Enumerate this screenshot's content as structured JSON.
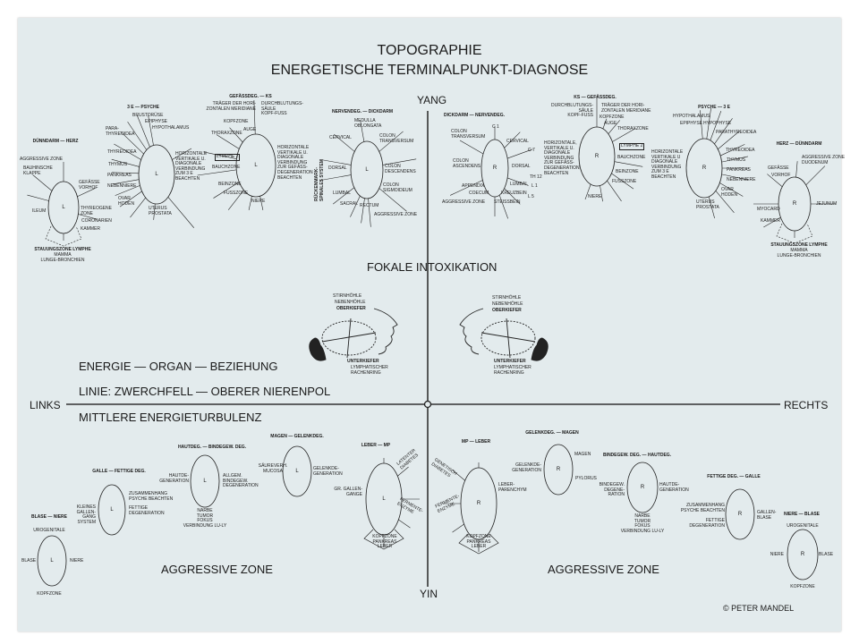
{
  "header": {
    "title_line1": "TOPOGRAPHIE",
    "title_line2": "ENERGETISCHE TERMINALPUNKT-DIAGNOSE"
  },
  "axes": {
    "top": "YANG",
    "bottom": "YIN",
    "left": "LINKS",
    "right": "RECHTS"
  },
  "center_texts": {
    "fokale": "FOKALE INTOXIKATION",
    "energie": "ENERGIE — ORGAN — BEZIEHUNG",
    "linie": "LINIE: ZWERCHFELL — OBERER NIERENPOL",
    "mittlere": "MITTLERE ENERGIETURBULENZ",
    "aggressive_left": "AGGRESSIVE ZONE",
    "aggressive_right": "AGGRESSIVE ZONE",
    "copyright": "© PETER MANDEL"
  },
  "heads": {
    "left": [
      "STIRNHÖHLE",
      "NEBENHÖHLE",
      "OBERKIEFER",
      "UNTERKIEFER",
      "LYMPHATISCHER\nRACHENRING"
    ],
    "right": [
      "STIRNHÖHLE",
      "NEBENHÖHLE",
      "OBERKIEFER",
      "UNTERKIEFER",
      "LYMPHATISCHER\nRACHENRING"
    ]
  },
  "diagrams": {
    "d1": {
      "title": "DÜNNDARM — HERZ",
      "side": "L",
      "labels": [
        "AGGRESSIVE ZONE",
        "BAUHINSCHE\nKLAPPE",
        "GEFÄSSE\nVORHOF",
        "ILEUM",
        "THYREOGENE\nZONE",
        "CORONARIEN",
        "KAMMER",
        "STAUUNGSZONE LYMPHE",
        "MAMMA",
        "LUNGE-BRONCHIEN"
      ]
    },
    "d2": {
      "title": "3 E — PSYCHE",
      "side": "L",
      "labels": [
        "PARA-\nTHYREOIDEA",
        "BRUSTDRÜSE",
        "EPIPHYSE",
        "HYPOTHALAMUS",
        "THYREOIDEA",
        "THYMUS",
        "PANKREAS",
        "NEBENNIERE",
        "OVAR\nHODEN",
        "HORIZONTALE\nVERTIKALE U.\nDIAGONALE\nVERBINDUNG\nZUM 3 E\nBEACHTEN",
        "UTERUS\nPROSTATA"
      ]
    },
    "d3": {
      "title": "GEFÄSSDEG. — KS",
      "side": "L",
      "labels": [
        "TRÄGER DER HORI-\nZONTALEN MERIDIANE",
        "DURCHBLUTUNGS-\nSÄULE\nKOPF-FUSS",
        "KOPFZONE",
        "AUGE",
        "THORAXZONE",
        "LYMPHE 2",
        "BAUCHZONE",
        "BEINZONE",
        "FUSSZONE",
        "NIERE",
        "HORIZONTALE\nVERTIKALE U.\nDIAGONALE\nVERBINDUNG\nZUR GEFÄSS-\nDEGENERATION\nBEACHTEN"
      ]
    },
    "d4": {
      "title": "NERVENDEG. — DICKDARM",
      "side": "L",
      "labels": [
        "MEDULLA\nOBLONGATA",
        "CERVICAL",
        "COLON\nTRANSVERSUM",
        "DORSAL",
        "COLON\nDESCENDENS",
        "RÜCKENMARK-\nSPINALES SYSTEM",
        "LUMBAL",
        "SACRAL",
        "RECTUM",
        "COLON\nSIGMOIDEUM",
        "AGGRESSIVE ZONE"
      ]
    },
    "d5": {
      "title": "DICKDARM — NERVENDEG.",
      "side": "R",
      "labels": [
        "C 1",
        "CERVICAL",
        "C 7",
        "COLON\nTRANSVERSUM",
        "COLON\nASCENDENS",
        "DORSAL",
        "TH 12",
        "L 1",
        "LUMBAL",
        "L 5",
        "KREUZBEIN",
        "STEISSBEIN",
        "APPENDIX",
        "COECUM",
        "AGGRESSIVE ZONE"
      ]
    },
    "d6": {
      "title": "KS — GEFÄSSDEG.",
      "side": "R",
      "labels": [
        "DURCHBLUTUNGS-\nSÄULE\nKOPF-FUSS",
        "TRÄGER DER HORI-\nZONTALEN MERIDIANE",
        "KOPFZONE",
        "AUGE",
        "THORAXZONE",
        "LYMPHE 2",
        "BAUCHZONE",
        "BEINZONE",
        "FUSSZONE",
        "NIERE",
        "HORIZONTALE,\nVERTIKALE U.\nDIAGONALE\nVERBINDUNG\nZUR GEFÄSS-\nDEGENERATION\nBEACHTEN"
      ]
    },
    "d7": {
      "title": "PSYCHE — 3 E",
      "side": "R",
      "labels": [
        "HYPOTHALAMUS",
        "EPIPHYSE",
        "HYPOPHYSE",
        "PARATHYREOIDEA",
        "THYREOIDEA",
        "THYMUS",
        "PANKREAS",
        "NEBENNIERE",
        "OVAR\nHODEN",
        "UTERUS\nPROSTATA",
        "HORIZONTALE\nVERTIKALE U\nDIAGONALE\nVERBINDUNG\nZUM 3 E\nBEACHTEN"
      ]
    },
    "d8": {
      "title": "HERZ — DÜNNDARM",
      "side": "R",
      "labels": [
        "AGGRESSIVE ZONE\nDUODENUM",
        "GEFÄSSE",
        "VORHOF",
        "JEJUNUM",
        "MYOCARD",
        "KAMMER",
        "STAUUNGSZONE LYMPHE",
        "MAMMA",
        "LUNGE-BRONCHIEN"
      ]
    },
    "b1": {
      "title": "BLASE — NIERE",
      "side": "L",
      "labels": [
        "UROGENITALE",
        "BLASE",
        "NIERE",
        "KOPFZONE"
      ]
    },
    "b2": {
      "title": "GALLE — FETTIGE DEG.",
      "side": "L",
      "labels": [
        "KLEINES\nGALLEN-\nGANG\nSYSTEM",
        "ZUSAMMENHANG\nPSYCHE BEACHTEN",
        "FETTIGE\nDEGENERATION"
      ]
    },
    "b3": {
      "title": "HAUTDEG. — BINDEGEW. DEG.",
      "side": "L",
      "labels": [
        "HAUTDE-\nGENERATION",
        "ALLGEM.\nBINDEGEW.\nDEGENERATION",
        "NARBE\nTUMOR\nFOKUS\nVERBINDUNG LU-LY"
      ]
    },
    "b4": {
      "title": "MAGEN — GELENKDEG.",
      "side": "L",
      "labels": [
        "SÄUREVERH.\nMUCOSA",
        "GELENKDE-\nGENERATION"
      ]
    },
    "b5": {
      "title": "LEBER — MP",
      "side": "L",
      "labels": [
        "LATENTER\nDIABETES",
        "GR. GALLEN-\nGANGE",
        "FERMENTE-\nENZYME",
        "KOPFZONE\nPANKREAS\nLEBER"
      ]
    },
    "b6": {
      "title": "MP — LEBER",
      "side": "R",
      "labels": [
        "GENETISCH\nDIABETES",
        "LEBER-\nPARENCHYM",
        "FERMENTE-\nENZYME",
        "KOPFZONE\nPANKREAS\nLEBER"
      ]
    },
    "b7": {
      "title": "GELENKDEG. — MAGEN",
      "side": "R",
      "labels": [
        "GELENKDE-\nGENERATION",
        "MAGEN",
        "PYLORUS"
      ]
    },
    "b8": {
      "title": "BINDEGEW. DEG. — HAUTDEG.",
      "side": "R",
      "labels": [
        "BINDEGEW.\nDEGENE-\nRATION",
        "HAUTDE-\nGENERATION",
        "NARBE\nTUMOR\nFOKUS\nVERBINDUNG LU-LY"
      ]
    },
    "b9": {
      "title": "FETTIGE DEG. — GALLE",
      "side": "R",
      "labels": [
        "ZUSAMMENHANG\nPSYCHE BEACHTEN",
        "FETTIGE\nDEGENERATION",
        "GALLEN-\nBLASE"
      ]
    },
    "b10": {
      "title": "NIERE — BLASE",
      "side": "R",
      "labels": [
        "UROGENITALE",
        "NIERE",
        "BLASE",
        "KOPFZONE"
      ]
    }
  }
}
